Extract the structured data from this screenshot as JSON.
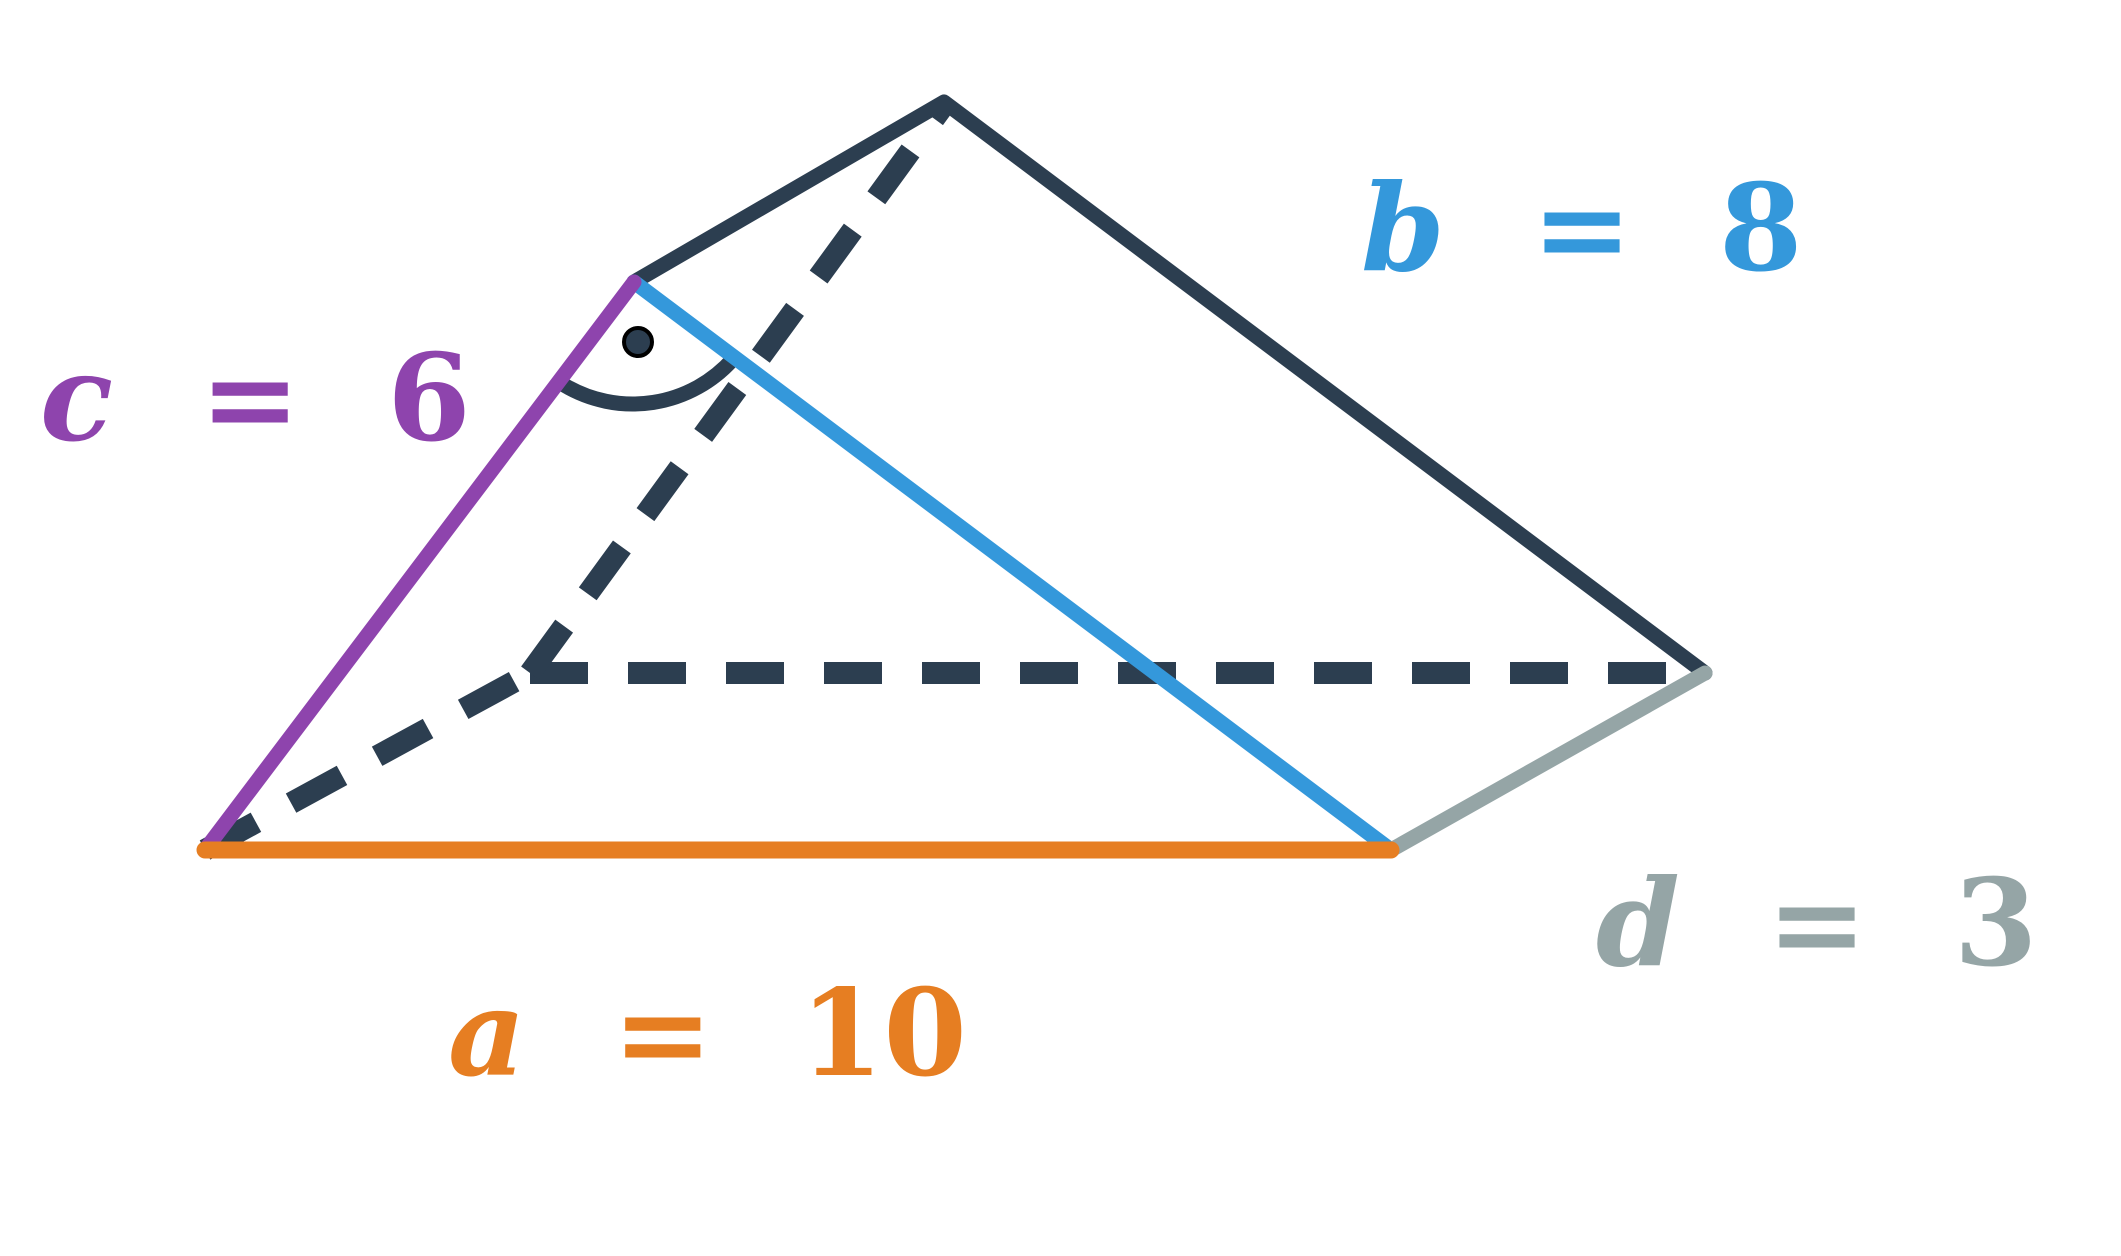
{
  "colors": {
    "edge": "#2c3e50",
    "a": "#e67e22",
    "b": "#3498db",
    "c": "#8e44ad",
    "d": "#95a5a6",
    "background": "#ffffff"
  },
  "labels": {
    "a": {
      "name": "a",
      "eq": "=",
      "value": "10"
    },
    "b": {
      "name": "b",
      "eq": "=",
      "value": "8"
    },
    "c": {
      "name": "c",
      "eq": "=",
      "value": "6"
    },
    "d": {
      "name": "d",
      "eq": "=",
      "value": "3"
    }
  },
  "right_angle_marker": true
}
